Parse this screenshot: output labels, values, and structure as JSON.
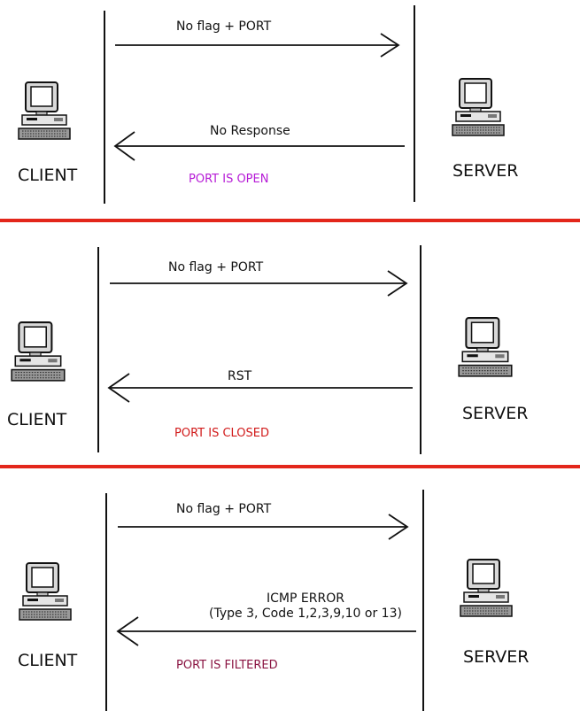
{
  "colors": {
    "divider": "#e3261b",
    "open": "#b61bd6",
    "closed": "#d11a1a",
    "filtered": "#8a1442",
    "line": "#111111"
  },
  "icons": {
    "client": "computer-icon",
    "server": "computer-icon"
  },
  "scenarios": [
    {
      "request_label": "No flag + PORT",
      "response_label": "No Response",
      "client_label": "CLIENT",
      "server_label": "SERVER",
      "status": "PORT IS OPEN"
    },
    {
      "request_label": "No flag + PORT",
      "response_label": "RST",
      "client_label": "CLIENT",
      "server_label": "SERVER",
      "status": "PORT IS CLOSED"
    },
    {
      "request_label": "No flag + PORT",
      "response_label_line1": "ICMP ERROR",
      "response_label_line2": "(Type 3, Code 1,2,3,9,10 or 13)",
      "client_label": "CLIENT",
      "server_label": "SERVER",
      "status": "PORT IS FILTERED"
    }
  ]
}
